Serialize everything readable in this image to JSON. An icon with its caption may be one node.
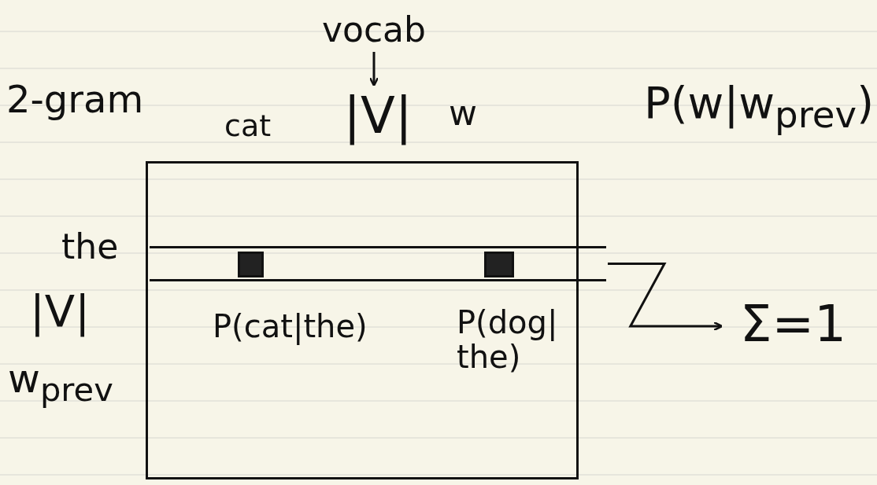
{
  "diagram": {
    "nodes": [
      {
        "text": [
          "vocab"
        ]
      },
      {
        "text": [
          "|V|"
        ]
      },
      {
        "text": [],
        "shape": "box"
      },
      {
        "text": [],
        "shape": "bar"
      },
      {
        "text": [],
        "shape": "box",
        "in": 3
      },
      {
        "text": [],
        "shape": "box",
        "in": 3
      },
      {
        "text": [
          "Σ=1"
        ]
      }
    ],
    "edges": [
      {
        "from": 0,
        "to": 1,
        "arrow": "to"
      },
      {
        "from": 3,
        "to": 6,
        "arrow": "to"
      }
    ],
    "labels": [
      "2-gram",
      "cat",
      "w",
      "P(w|w$_{prev}$)",
      "the",
      "|V|",
      "P(cat|the)",
      "P(dog| the)",
      "w$_{prev}$"
    ]
  }
}
